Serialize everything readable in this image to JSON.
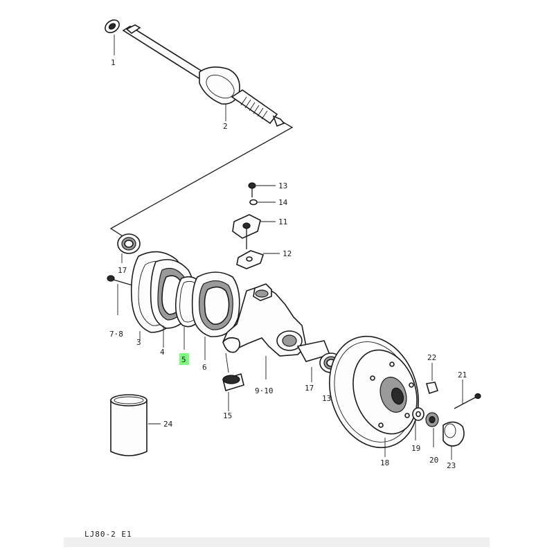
{
  "callouts": {
    "c1": "1",
    "c2": "2",
    "c3": "3",
    "c4": "4",
    "c5": "5",
    "c6": "6",
    "c78": "7·8",
    "c910": "9·10",
    "c11": "11",
    "c12": "12",
    "c13": "13",
    "c14": "14",
    "c15": "15",
    "c17a": "17",
    "c17b": "17",
    "c13b": "13",
    "c18": "18",
    "c19": "19",
    "c20": "20",
    "c21": "21",
    "c22": "22",
    "c23": "23",
    "c24": "24"
  },
  "highlight": {
    "callout": "5",
    "color": "#7CFC7C"
  },
  "footer": {
    "code": "LJ80-2  E1"
  }
}
